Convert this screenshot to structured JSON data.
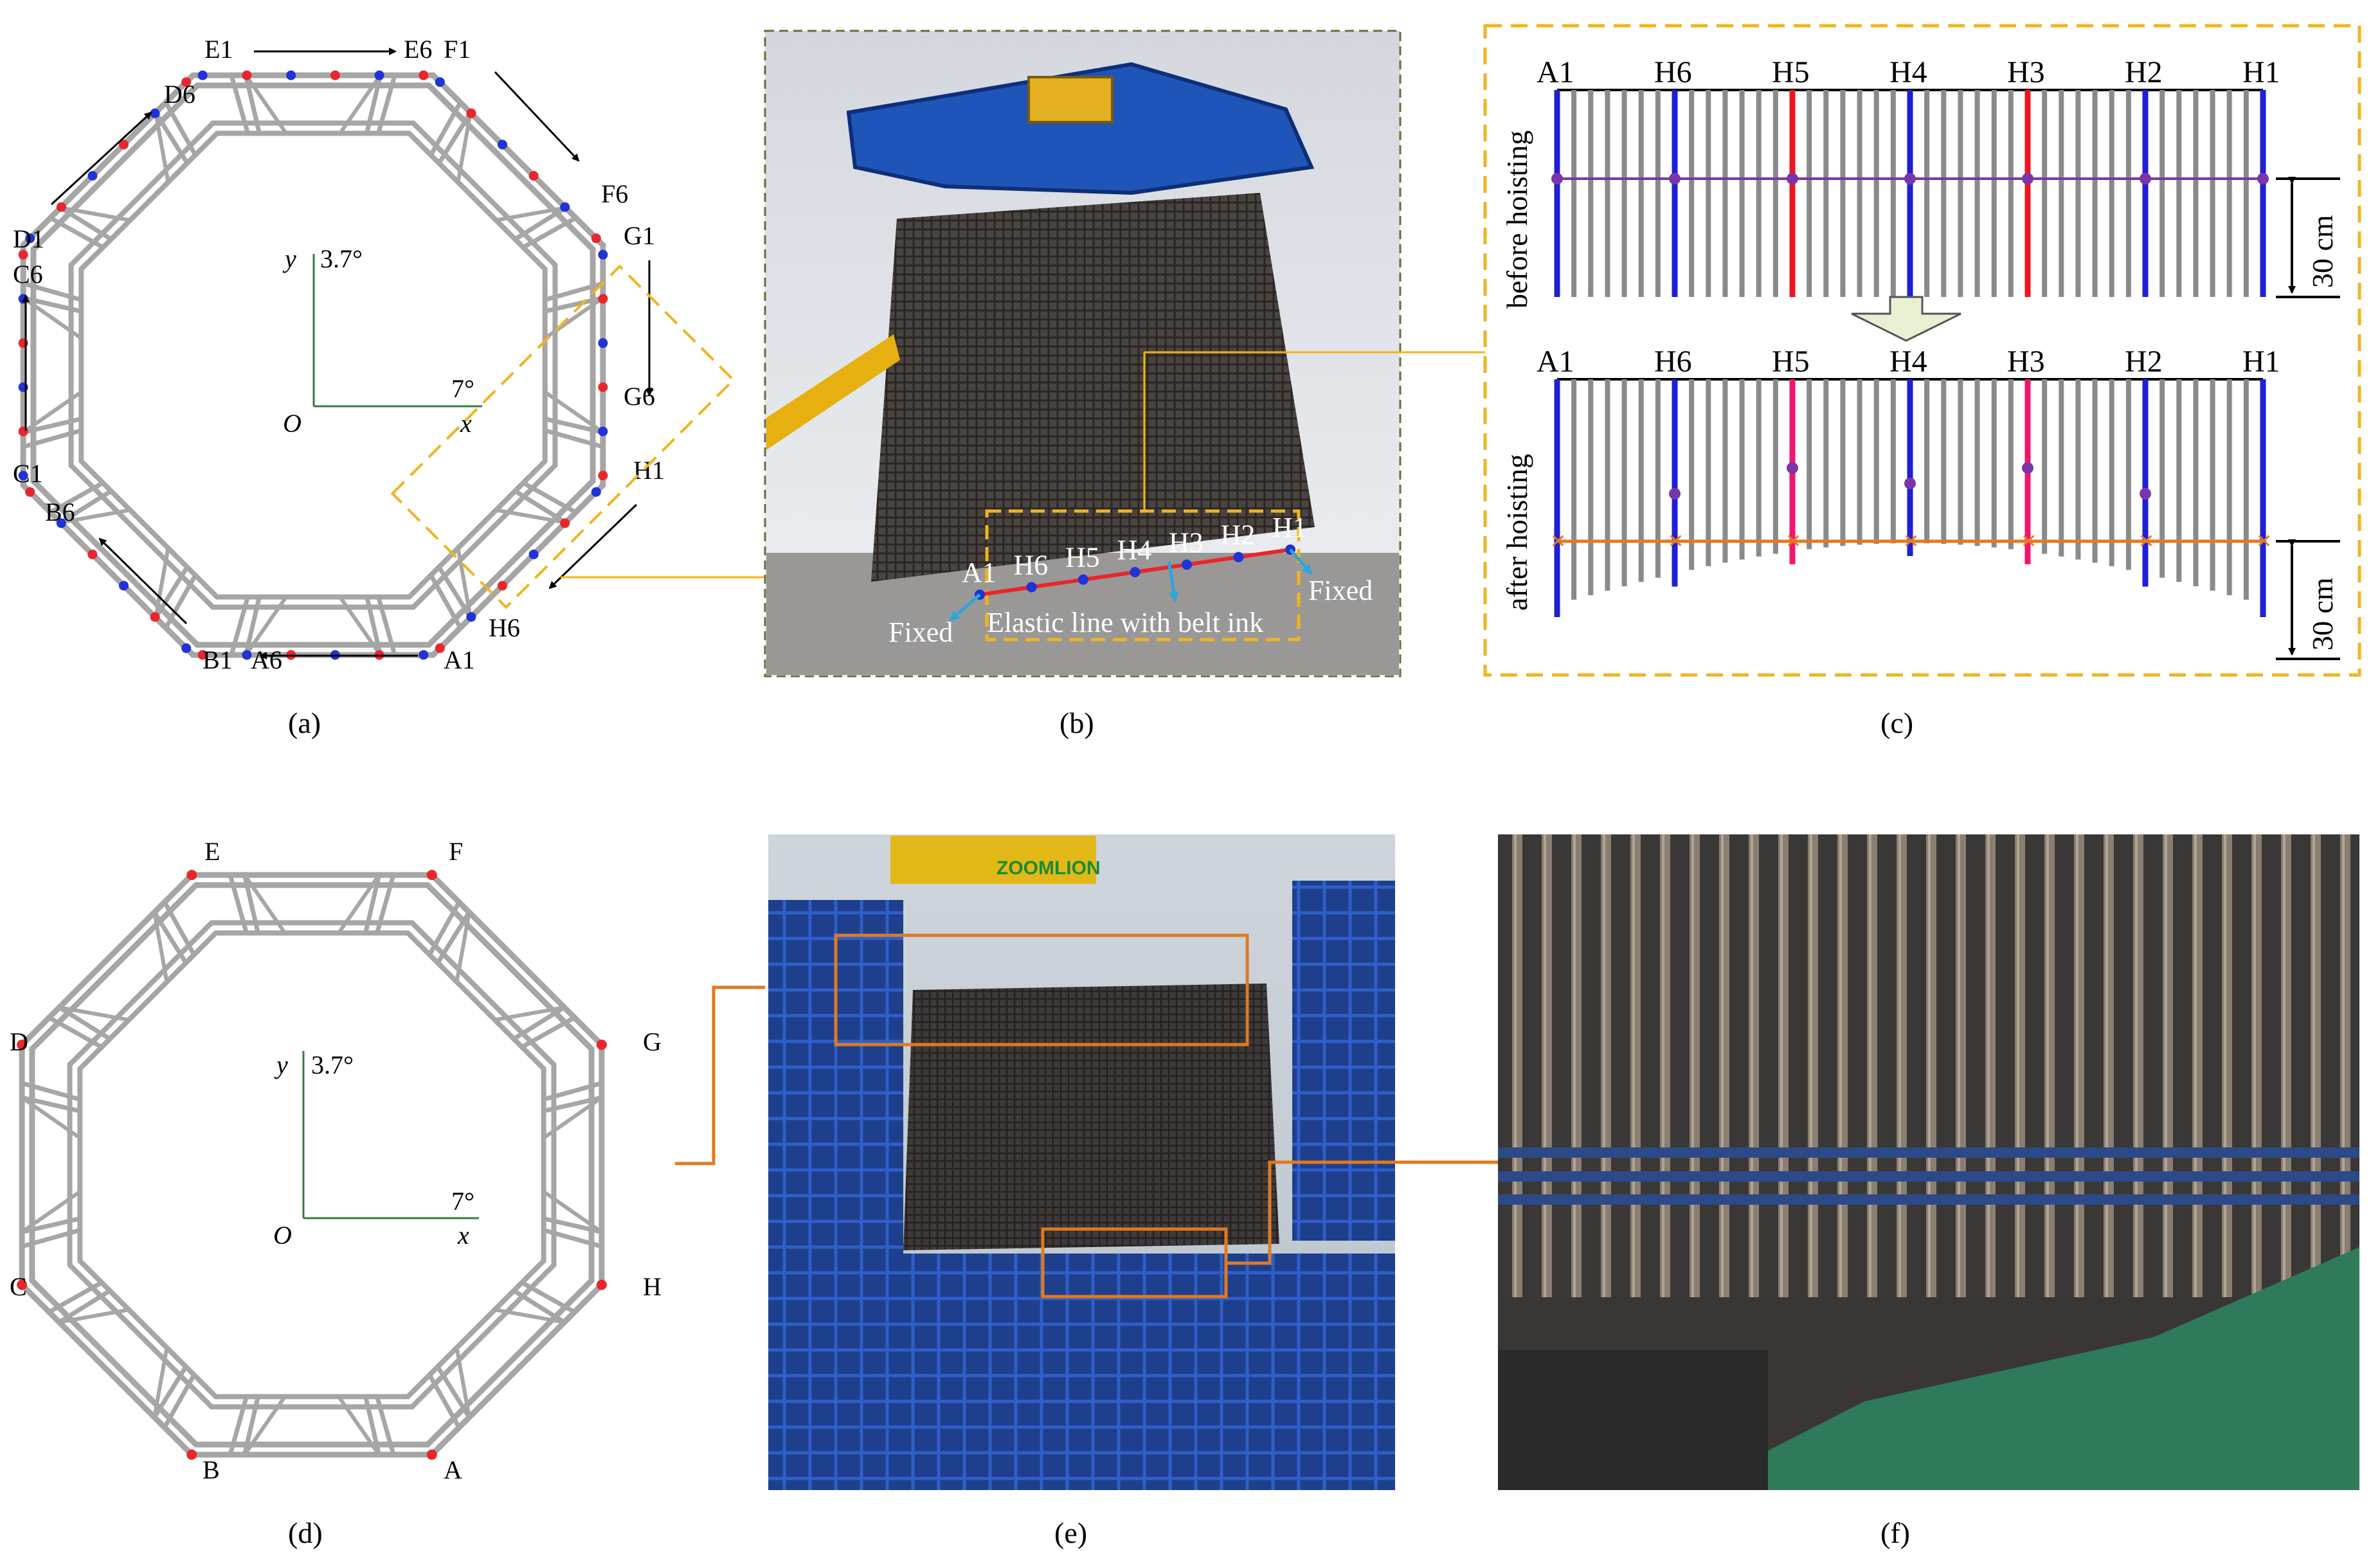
{
  "colors": {
    "steel": "#a6a6a6",
    "steel_dark": "#8c8c8c",
    "red_point": "#e8262b",
    "blue_point": "#1f33d6",
    "blue_bar": "#1f1fd6",
    "red_bar": "#f0141e",
    "pink_bar": "#f0166e",
    "gray_bar": "#8a8a8a",
    "purple_line": "#7a35a8",
    "orange_line": "#e8781e",
    "dashed_box": "#f0b41e",
    "leader": "#f0b41e",
    "connector_orange": "#e07a20",
    "axis_green": "#3a7a3a",
    "photo_border": "#6b6b3a"
  },
  "panel_a": {
    "label": "(a)",
    "corner_labels": [
      "E1",
      "E6",
      "F1",
      "F6",
      "G1",
      "G6",
      "H1",
      "H6",
      "A1",
      "A6",
      "B1",
      "B6",
      "C1",
      "C6",
      "D1",
      "D6"
    ],
    "axis": {
      "y": "y",
      "x": "x",
      "origin": "O",
      "angle_y": "3.7°",
      "angle_x": "7°"
    }
  },
  "panel_b": {
    "label": "(b)",
    "point_labels": [
      "A1",
      "H6",
      "H5",
      "H4",
      "H3",
      "H2",
      "H1"
    ],
    "fixed_left": "Fixed",
    "fixed_right": "Fixed",
    "line_caption": "Elastic line with belt ink"
  },
  "panel_c": {
    "label": "(c)",
    "top_labels": [
      "A1",
      "H6",
      "H5",
      "H4",
      "H3",
      "H2",
      "H1"
    ],
    "bottom_labels": [
      "A1",
      "H6",
      "H5",
      "H4",
      "H3",
      "H2",
      "H1"
    ],
    "before_label": "before hoisting",
    "after_label": "after hoisting",
    "dim_top": "30 cm",
    "dim_bottom": "30 cm"
  },
  "panel_d": {
    "label": "(d)",
    "corner_labels": [
      "E",
      "F",
      "G",
      "H",
      "A",
      "B",
      "C",
      "D"
    ],
    "axis": {
      "y": "y",
      "x": "x",
      "origin": "O",
      "angle_y": "3.7°",
      "angle_x": "7°"
    }
  },
  "panel_e": {
    "label": "(e)",
    "crane_brand": "ZOOMLION"
  },
  "panel_f": {
    "label": "(f)"
  }
}
